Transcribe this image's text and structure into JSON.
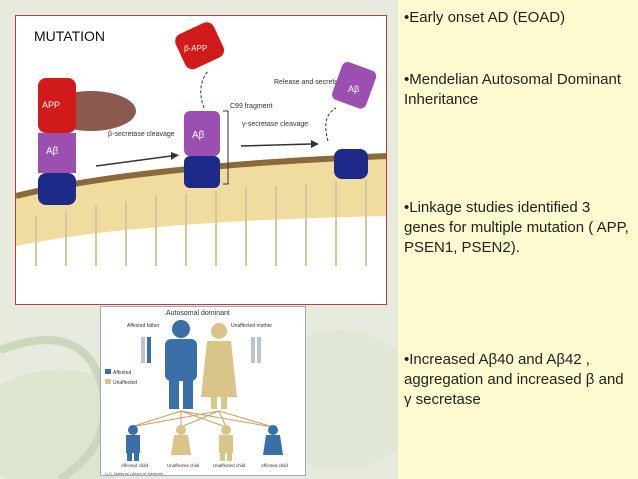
{
  "slide": {
    "bullets": [
      "•Early onset AD (EOAD)",
      "•Mendelian Autosomal Dominant Inheritance",
      "•Linkage studies identified 3 genes for multiple mutation ( APP, PSEN1, PSEN2).",
      "•Increased Aβ40 and Aβ42 , aggregation and increased β and γ secretase"
    ]
  },
  "mutation_figure": {
    "label": "MUTATION",
    "app_label": "APP",
    "abeta_label": "Aβ",
    "beta_app_label": "β-APP",
    "beta_secretase_label": "β-secretase cleavage",
    "c99_label": "C99 fragment",
    "gamma_secretase_label": "γ-secretase cleavage",
    "release_label": "Release and secretion of Aβ"
  },
  "pedigree_figure": {
    "title": "Autosomal dominant",
    "affected_father": "Affected father",
    "unaffected_mother": "Unaffected mother",
    "legend_affected": "Affected",
    "legend_unaffected": "Unaffected",
    "children": [
      "Affected child",
      "Unaffected child",
      "Unaffected child",
      "Affected child"
    ],
    "credit": "U.S. National Library of Medicine",
    "colors": {
      "affected": "#3b6fa8",
      "unaffected": "#d9c48a"
    }
  }
}
